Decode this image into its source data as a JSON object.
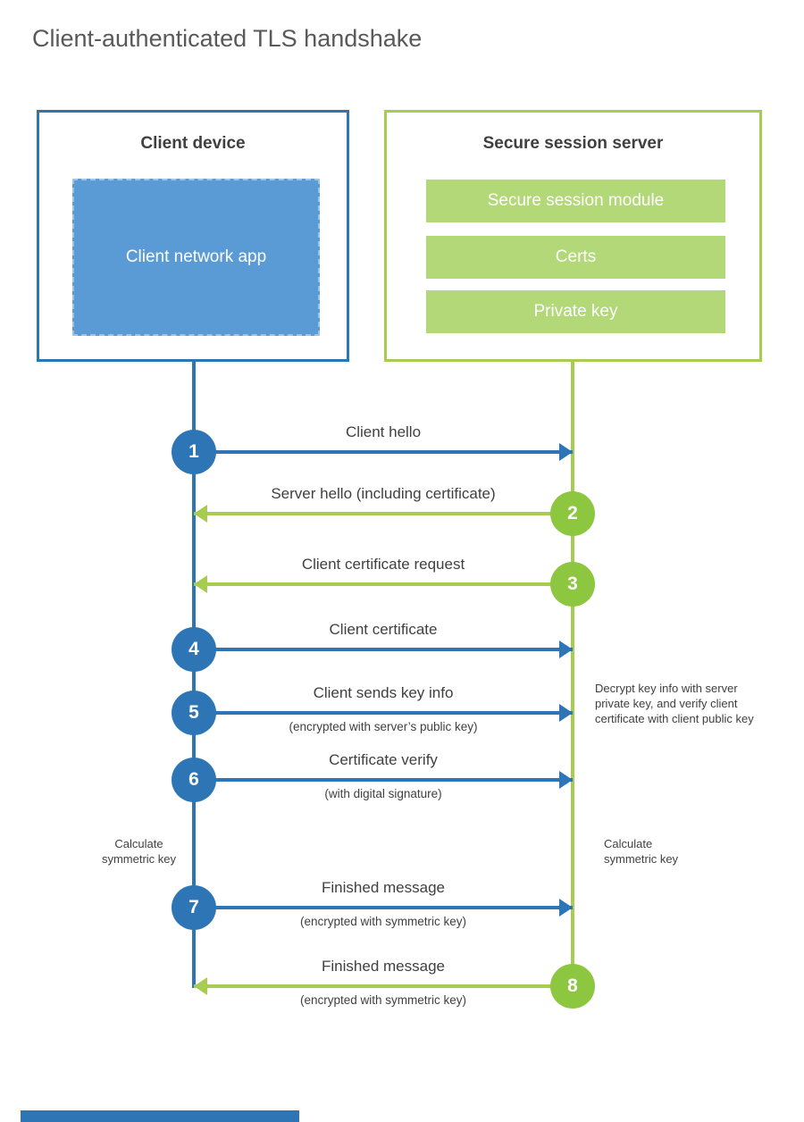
{
  "title": "Client-authenticated TLS handshake",
  "client": {
    "title": "Client device",
    "app_label": "Client network app"
  },
  "server": {
    "title": "Secure session server",
    "modules": [
      "Secure session module",
      "Certs",
      "Private key"
    ]
  },
  "messages": [
    {
      "num": "1",
      "label": "Client hello",
      "direction": "right"
    },
    {
      "num": "2",
      "label": "Server hello (including certificate)",
      "direction": "left"
    },
    {
      "num": "3",
      "label": "Client certificate request",
      "direction": "left"
    },
    {
      "num": "4",
      "label": "Client certificate",
      "direction": "right"
    },
    {
      "num": "5",
      "label": "Client sends key info",
      "sub": "(encrypted with server’s public key)",
      "direction": "right"
    },
    {
      "num": "6",
      "label": "Certificate verify",
      "sub": "(with digital signature)",
      "direction": "right"
    },
    {
      "num": "7",
      "label": "Finished message",
      "sub": "(encrypted with symmetric key)",
      "direction": "right"
    },
    {
      "num": "8",
      "label": "Finished message",
      "sub": "(encrypted with symmetric key)",
      "direction": "left"
    }
  ],
  "notes": {
    "server_decrypt": "Decrypt key info with server private key, and verify client certificate with client public key",
    "client_calculate": "Calculate symmetric key",
    "server_calculate": "Calculate symmetric key"
  },
  "colors": {
    "blue": "#2e75b6",
    "blue-fill": "#5b9bd5",
    "green": "#a6cc51",
    "green-circle": "#8dc63f",
    "green-fill": "#b2d878",
    "text": "#404040",
    "title-text": "#595959"
  }
}
